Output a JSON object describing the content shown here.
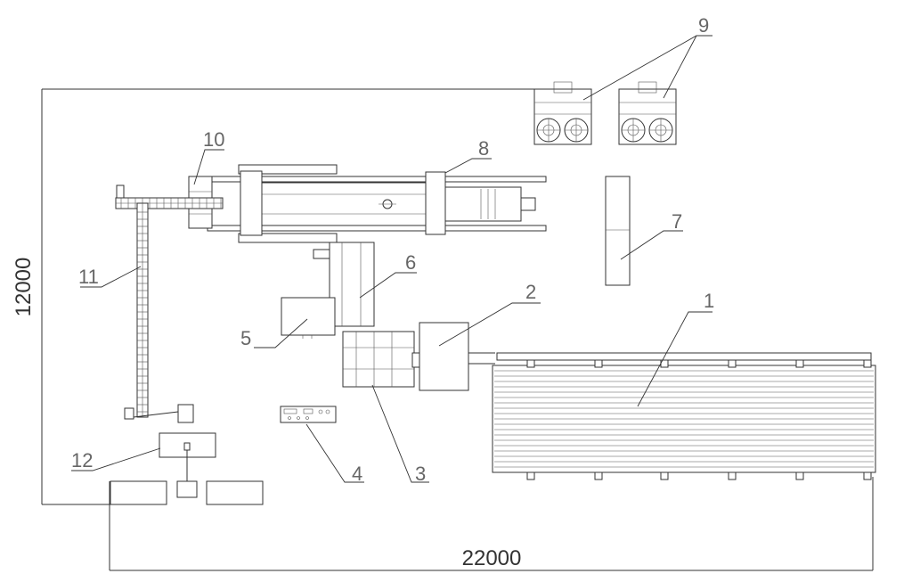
{
  "dimensions": {
    "width_label": "22000",
    "height_label": "12000"
  },
  "callouts": [
    {
      "id": "c1",
      "label": "1"
    },
    {
      "id": "c2",
      "label": "2"
    },
    {
      "id": "c3",
      "label": "3"
    },
    {
      "id": "c4",
      "label": "4"
    },
    {
      "id": "c5",
      "label": "5"
    },
    {
      "id": "c6",
      "label": "6"
    },
    {
      "id": "c7",
      "label": "7"
    },
    {
      "id": "c8",
      "label": "8"
    },
    {
      "id": "c9",
      "label": "9"
    },
    {
      "id": "c10",
      "label": "10"
    },
    {
      "id": "c11",
      "label": "11"
    },
    {
      "id": "c12",
      "label": "12"
    }
  ]
}
